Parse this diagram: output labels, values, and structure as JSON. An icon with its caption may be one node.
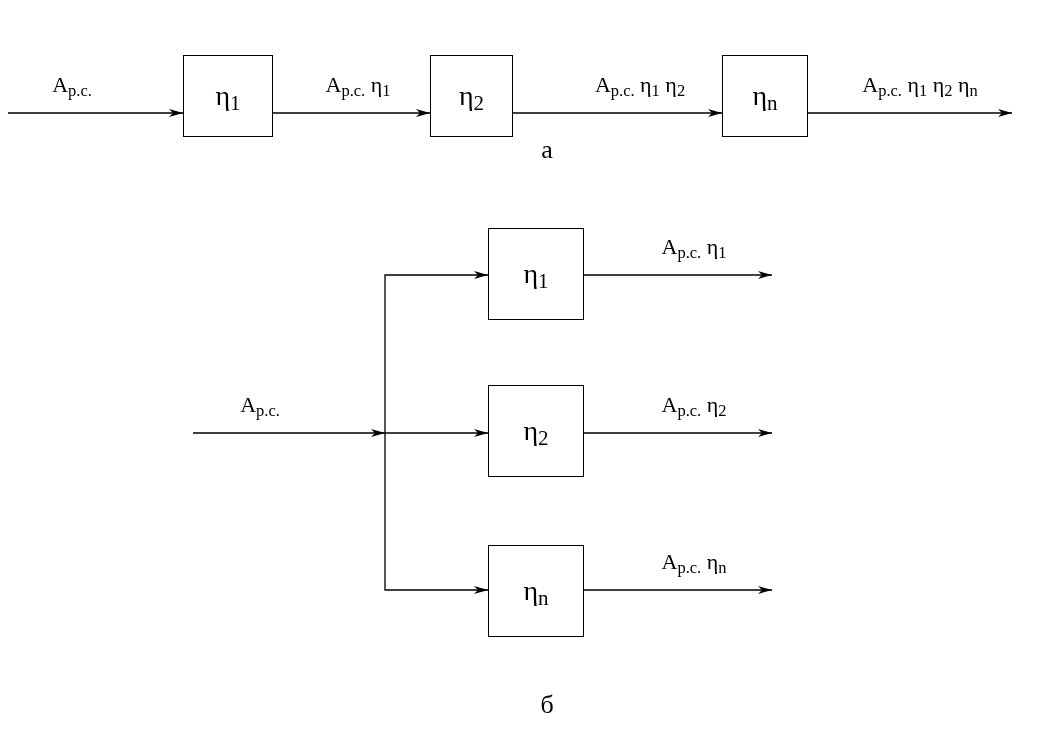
{
  "diagram": {
    "nodes": [
      {
        "text": [
          "η$_{1}$"
        ]
      },
      {
        "text": [
          "η$_{2}$"
        ]
      },
      {
        "text": [
          "η$_{n}$"
        ]
      },
      {
        "text": [
          "η$_{1}$"
        ]
      },
      {
        "text": [
          "η$_{2}$"
        ]
      },
      {
        "text": [
          "η$_{n}$"
        ]
      }
    ],
    "edges": [
      {
        "from": null,
        "to": 0,
        "arrow": "to",
        "label": "А$_{р.с.}$"
      },
      {
        "from": 0,
        "to": 1,
        "arrow": "to",
        "label": "А$_{р.с.}$ η$_{1}$"
      },
      {
        "from": 1,
        "to": 2,
        "arrow": "to",
        "label": "А$_{р.с.}$ η$_{1}$ η$_{2}$"
      },
      {
        "from": 2,
        "to": null,
        "arrow": "to",
        "label": "А$_{р.с.}$ η$_{1}$ η$_{2}$ η$_{n}$"
      },
      {
        "from": null,
        "to": 3,
        "arrow": "to"
      },
      {
        "from": null,
        "to": 4,
        "arrow": "to",
        "label": "А$_{р.с.}$"
      },
      {
        "from": null,
        "to": 5,
        "arrow": "to"
      },
      {
        "from": 3,
        "to": null,
        "arrow": "to",
        "label": "А$_{р.с.}$ η$_{1}$"
      },
      {
        "from": 4,
        "to": null,
        "arrow": "to",
        "label": "А$_{р.с.}$ η$_{2}$"
      },
      {
        "from": 5,
        "to": null,
        "arrow": "to",
        "label": "А$_{р.с.}$ η$_{n}$"
      }
    ],
    "labels": [
      "а",
      "б"
    ]
  }
}
